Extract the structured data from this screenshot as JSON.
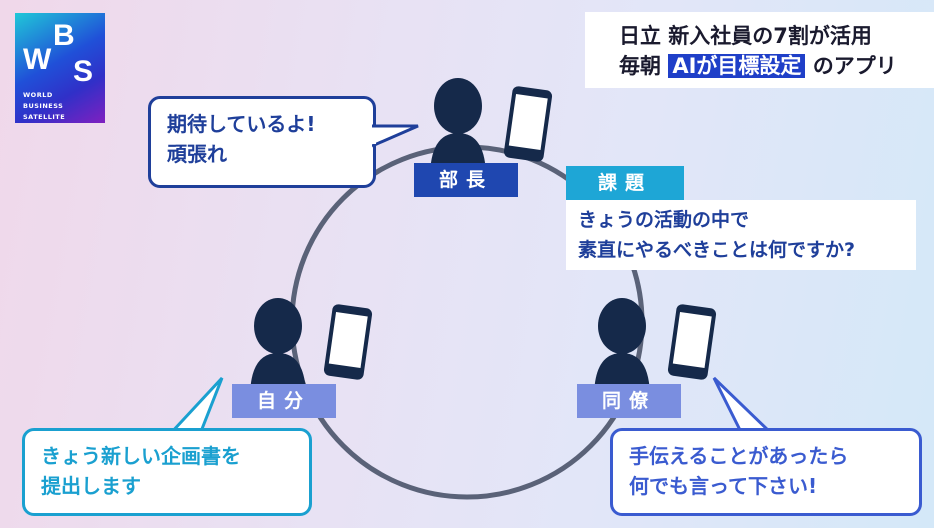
{
  "logo": {
    "letters": [
      "W",
      "B",
      "S"
    ],
    "lines": [
      "WORLD",
      "BUSINESS",
      "SATELLITE"
    ]
  },
  "headline": {
    "line1": "日立 新入社員の7割が活用",
    "line2_prefix": "毎朝",
    "line2_highlight": "AIが目標設定",
    "line2_suffix": "のアプリ"
  },
  "roles": {
    "manager": "部長",
    "self": "自分",
    "colleague": "同僚"
  },
  "bubbles": {
    "manager": [
      "期待しているよ!",
      "頑張れ"
    ],
    "self": [
      "きょう新しい企画書を",
      "提出します"
    ],
    "colleague": [
      "手伝えることがあったら",
      "何でも言って下さい!"
    ]
  },
  "task": {
    "label": "課題",
    "lines": [
      "きょうの活動の中で",
      "素直にやるべきことは何ですか?"
    ]
  },
  "colors": {
    "manager": "#1f47b0",
    "peer": "#7a8ee0",
    "task": "#1ea6d6",
    "self_bubble": "#1aa0d0",
    "colleague_bubble": "#3a5bd0"
  }
}
